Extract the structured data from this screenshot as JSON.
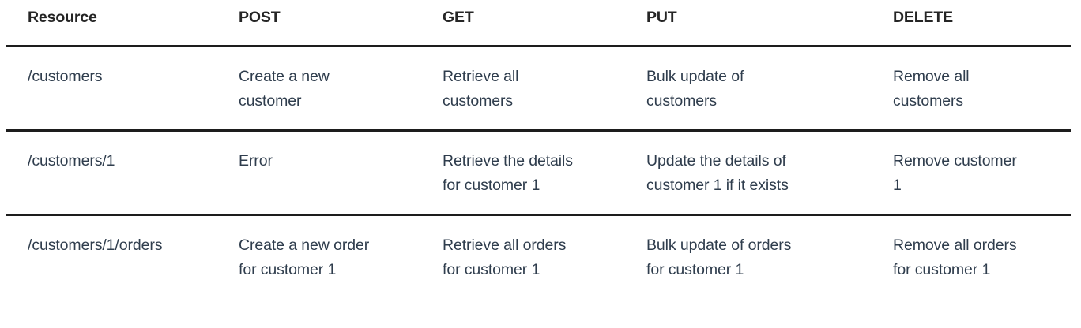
{
  "table": {
    "columns": [
      {
        "key": "resource",
        "label": "Resource"
      },
      {
        "key": "post",
        "label": "POST"
      },
      {
        "key": "get",
        "label": "GET"
      },
      {
        "key": "put",
        "label": "PUT"
      },
      {
        "key": "delete",
        "label": "DELETE"
      }
    ],
    "rows": [
      {
        "resource": "/customers",
        "post_line1": "Create a new",
        "post_line2": "customer",
        "get_line1": "Retrieve all",
        "get_line2": "customers",
        "put_line1": "Bulk update of",
        "put_line2": "customers",
        "delete_line1": "Remove all",
        "delete_line2": "customers"
      },
      {
        "resource": "/customers/1",
        "post_line1": "Error",
        "post_line2": "",
        "get_line1": "Retrieve the details",
        "get_line2": "for customer 1",
        "put_line1": "Update the details of",
        "put_line2": "customer 1 if it exists",
        "delete_line1": "Remove customer",
        "delete_line2": "1"
      },
      {
        "resource": "/customers/1/orders",
        "post_line1": "Create a new order",
        "post_line2": "for customer 1",
        "get_line1": "Retrieve all orders",
        "get_line2": "for customer 1",
        "put_line1": "Bulk update of orders",
        "put_line2": "for customer 1",
        "delete_line1": "Remove all orders",
        "delete_line2": "for customer 1"
      }
    ]
  },
  "colors": {
    "background": "#ffffff",
    "header_text": "#252525",
    "body_text": "#2f3d4d",
    "rule": "#1d1d1d"
  }
}
